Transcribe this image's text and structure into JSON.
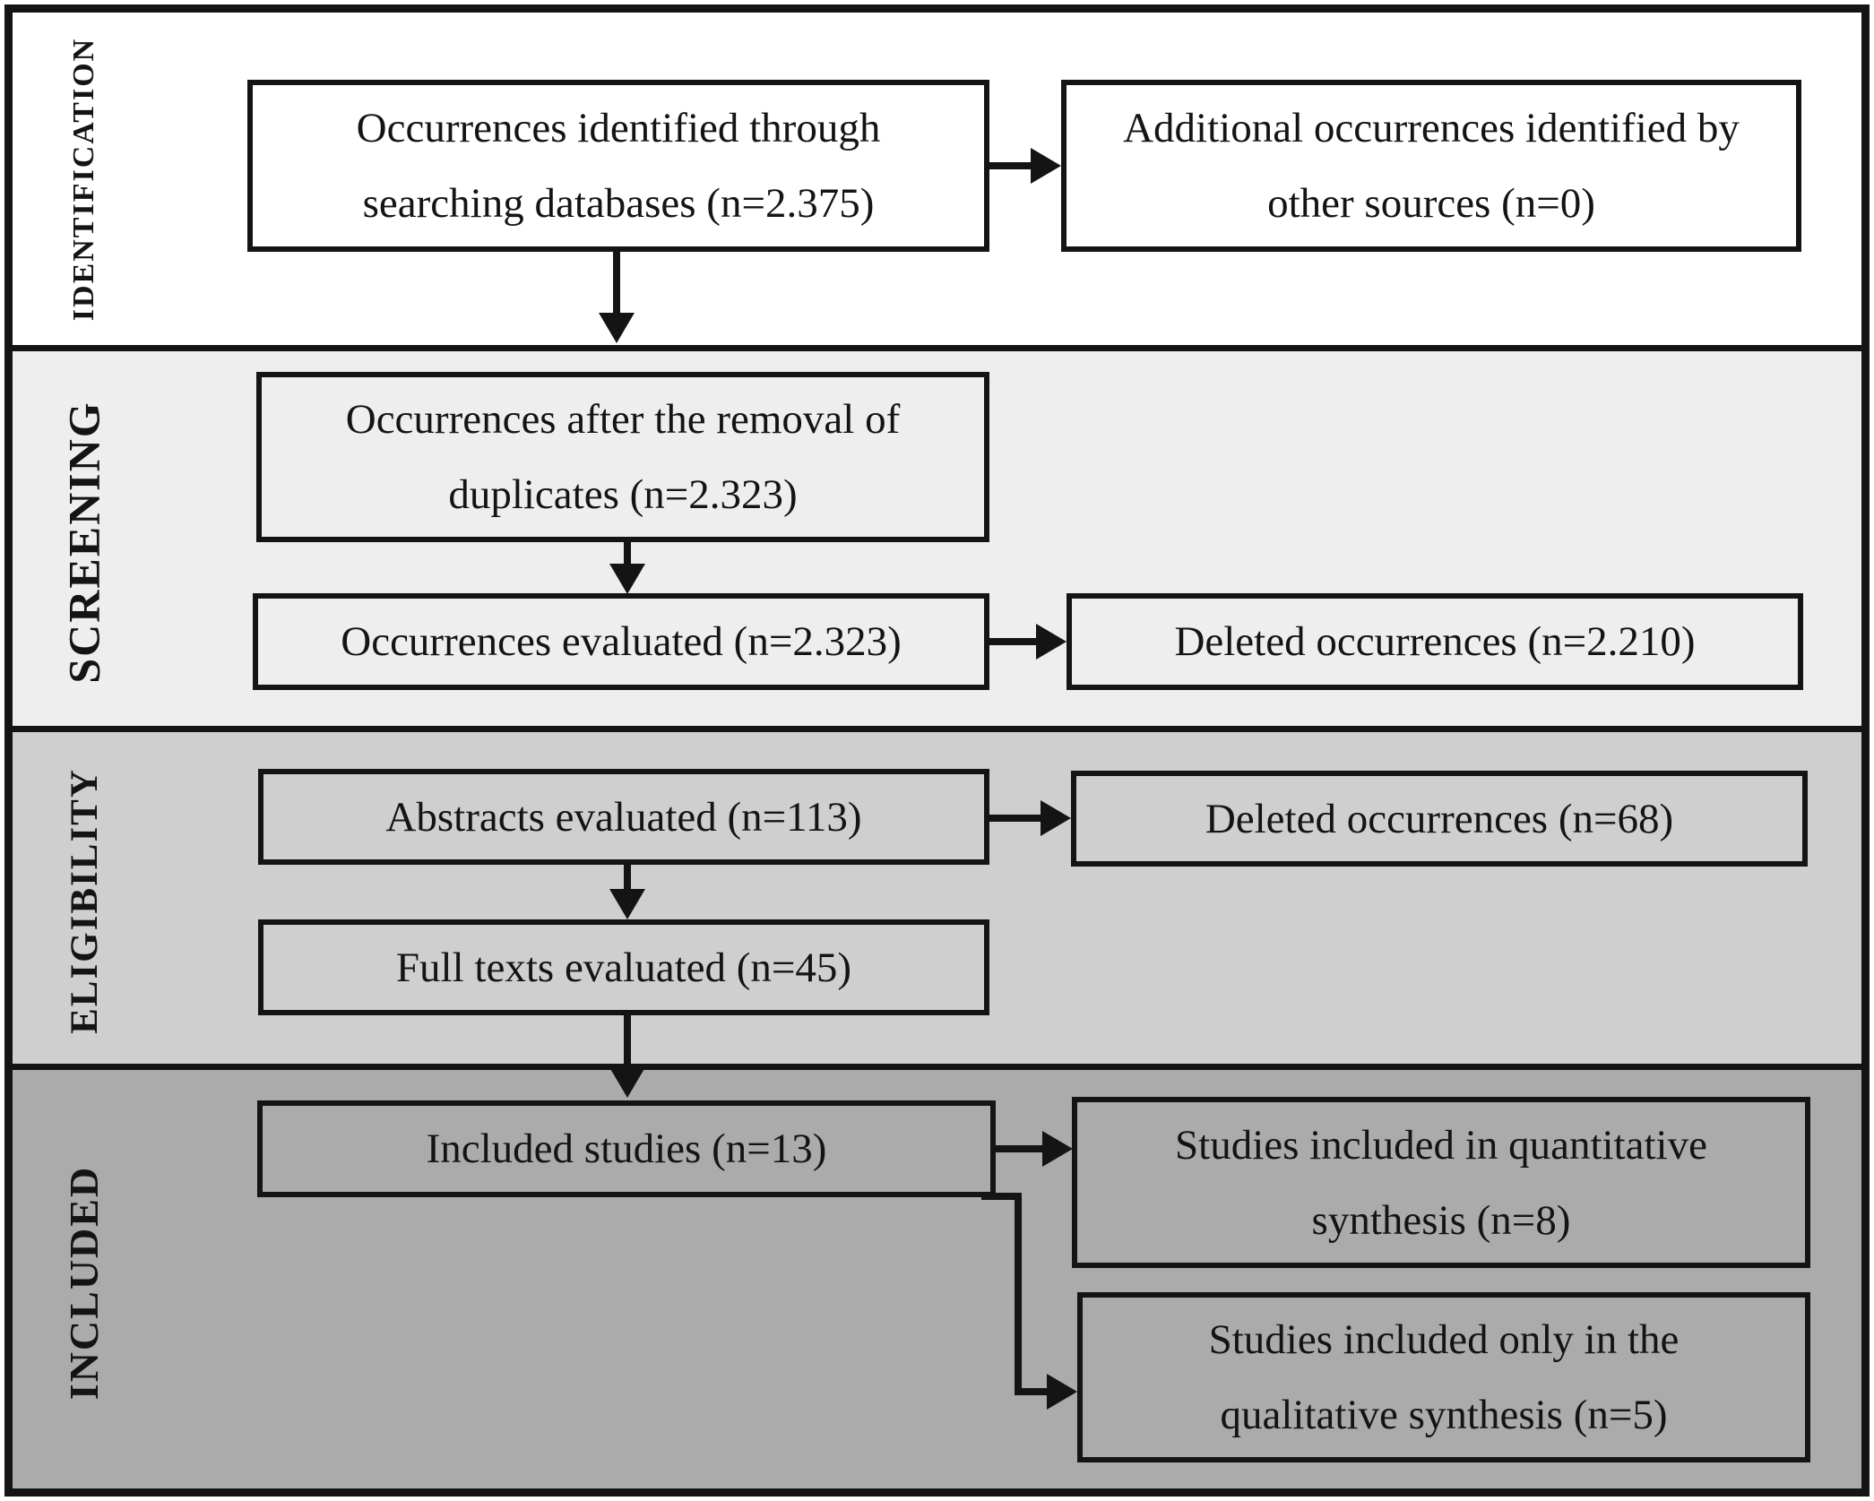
{
  "colors": {
    "line": "#141414",
    "band_identification_bg": "#ffffff",
    "band_screening_bg": "#eeeeee",
    "band_eligibility_bg": "#cfcfcf",
    "band_included_bg": "#ababab"
  },
  "bands": [
    {
      "label": "IDENTIFICATION"
    },
    {
      "label": "SCREENING"
    },
    {
      "label": "ELIGIBILITY"
    },
    {
      "label": "INCLUDED"
    }
  ],
  "boxes": {
    "identified": {
      "lines": [
        "Occurrences identified through",
        "searching databases (n=2.375)"
      ]
    },
    "additional": {
      "lines": [
        "Additional occurrences identified by",
        "other sources (n=0)"
      ]
    },
    "after_duplicates": {
      "lines": [
        "Occurrences after the removal of",
        "duplicates (n=2.323)"
      ]
    },
    "evaluated": {
      "lines": [
        "Occurrences evaluated (n=2.323)"
      ]
    },
    "deleted_screening": {
      "lines": [
        "Deleted occurrences (n=2.210)"
      ]
    },
    "abstracts": {
      "lines": [
        "Abstracts evaluated (n=113)"
      ]
    },
    "deleted_abstracts": {
      "lines": [
        "Deleted occurrences (n=68)"
      ]
    },
    "full_texts": {
      "lines": [
        "Full texts evaluated (n=45)"
      ]
    },
    "included_studies": {
      "lines": [
        "Included studies (n=13)"
      ]
    },
    "quantitative": {
      "lines": [
        "Studies included in quantitative",
        "synthesis (n=8)"
      ]
    },
    "qualitative": {
      "lines": [
        "Studies included only in the",
        "qualitative synthesis (n=5)"
      ]
    }
  }
}
